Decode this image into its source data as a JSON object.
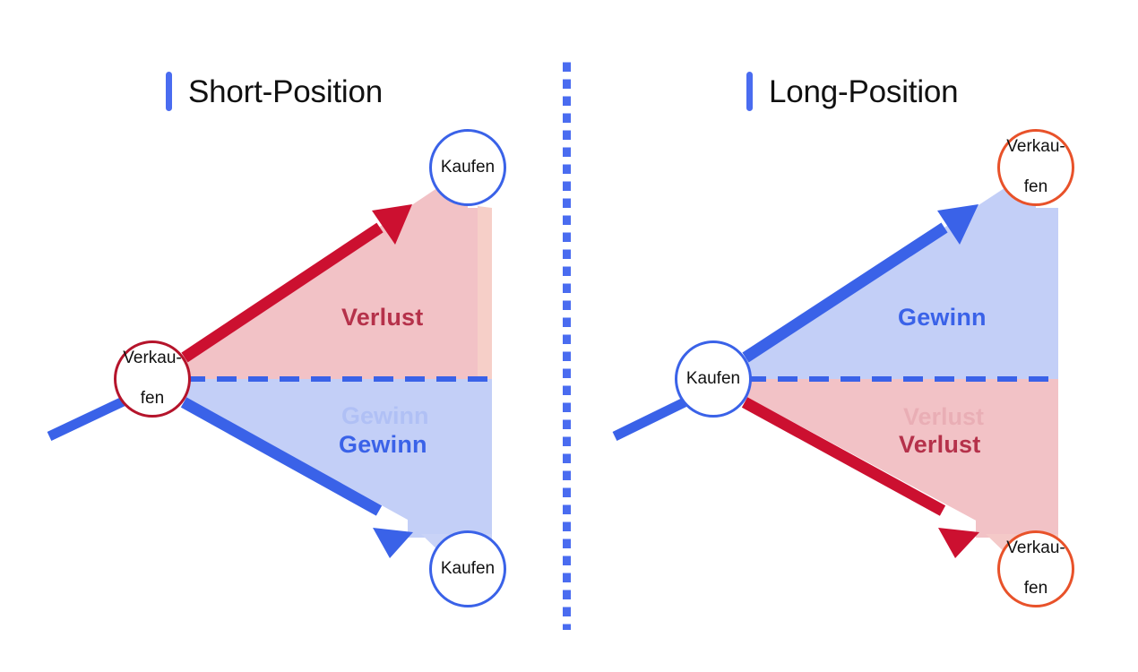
{
  "panels": [
    {
      "id": "short",
      "title": "Short-Position",
      "accent": "#4a6cf0",
      "origin": {
        "line1": "Verkau-",
        "line2": "fen",
        "border_color": "#b5142b"
      },
      "top_node": {
        "line1": "Kaufen",
        "line2": "",
        "border_color": "#3a62e8"
      },
      "bottom_node": {
        "line1": "Kaufen",
        "line2": "",
        "border_color": "#3a62e8"
      },
      "upper_region": {
        "label": "Verlust",
        "text_color": "#b5314a",
        "fill_color": "#f2c2c6"
      },
      "lower_region": {
        "label": "Gewinn",
        "text_color": "#3a62e8",
        "fill_color": "#c3cff7"
      },
      "upper_arrow_color": "#cc1030",
      "lower_arrow_color": "#3a62e8",
      "ghost_label": "Gewinn"
    },
    {
      "id": "long",
      "title": "Long-Position",
      "accent": "#4a6cf0",
      "origin": {
        "line1": "Kaufen",
        "line2": "",
        "border_color": "#3a62e8"
      },
      "top_node": {
        "line1": "Verkau-",
        "line2": "fen",
        "border_color": "#e8522a"
      },
      "bottom_node": {
        "line1": "Verkau-",
        "line2": "fen",
        "border_color": "#e8522a"
      },
      "upper_region": {
        "label": "Gewinn",
        "text_color": "#3a62e8",
        "fill_color": "#c3cff7"
      },
      "lower_region": {
        "label": "Verlust",
        "text_color": "#b5314a",
        "fill_color": "#f2c2c6"
      },
      "upper_arrow_color": "#3a62e8",
      "lower_arrow_color": "#cc1030",
      "ghost_label": "Verlust"
    }
  ],
  "divider": {
    "style": "dotted-vertical",
    "color": "#4a6cf0"
  },
  "baseline": {
    "style": "dashed-horizontal",
    "color": "#3a62e8"
  },
  "colors": {
    "background": "#ffffff",
    "blue": "#3a62e8",
    "crimson": "#b5142b",
    "orange": "#e8522a",
    "red_arrow": "#cc1030",
    "loss_fill": "#f2c2c6",
    "gain_fill": "#c3cff7",
    "title_text": "#111111"
  }
}
